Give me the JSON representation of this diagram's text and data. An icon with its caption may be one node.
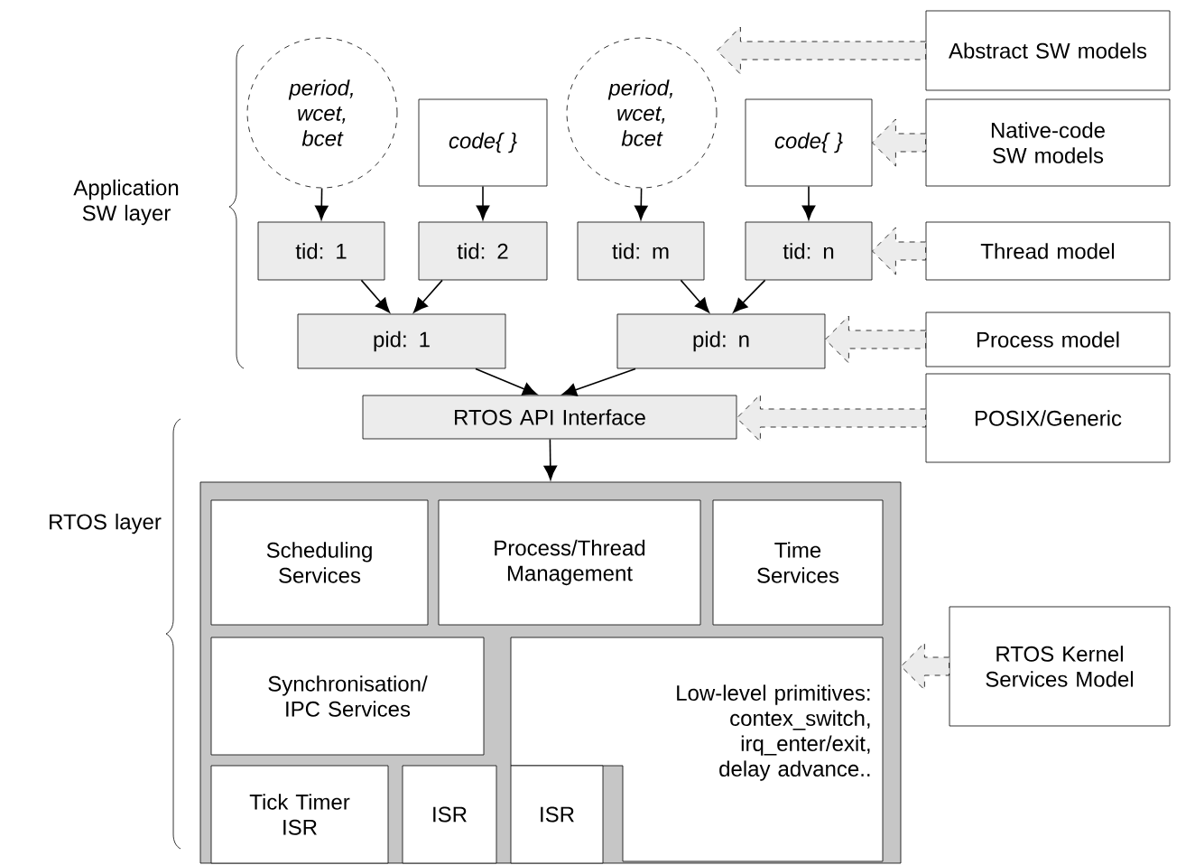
{
  "diagram": {
    "nodes": [
      {
        "text": [
          "period, wcet, bcet"
        ]
      },
      {
        "text": [
          "code{ }"
        ]
      },
      {
        "text": [
          "period, wcet, bcet"
        ]
      },
      {
        "text": [
          "code{ }"
        ]
      },
      {
        "text": [
          "tid: 1"
        ]
      },
      {
        "text": [
          "tid: 2"
        ]
      },
      {
        "text": [
          "tid: m"
        ]
      },
      {
        "text": [
          "tid: n"
        ]
      },
      {
        "text": [
          "pid: 1"
        ]
      },
      {
        "text": [
          "pid: n"
        ]
      },
      {
        "text": [
          "RTOS API Interface"
        ]
      },
      {
        "text": [],
        "shape": "box"
      },
      {
        "text": [
          "Scheduling Services"
        ],
        "in": 11
      },
      {
        "text": [
          "Process/Thread Management"
        ],
        "in": 11
      },
      {
        "text": [
          "Time Services"
        ],
        "in": 11
      },
      {
        "text": [
          "Synchronisation/ IPC Services"
        ],
        "in": 11
      },
      {
        "text": [
          "Low-level primitives: contex_switch, irq_enter/exit, delay advance.."
        ],
        "in": 11
      },
      {
        "text": [
          "Tick Timer ISR"
        ],
        "in": 11
      },
      {
        "text": [
          "ISR"
        ],
        "in": 11
      },
      {
        "text": [
          "ISR"
        ],
        "in": 11
      },
      {
        "text": [
          "Abstract SW models"
        ]
      },
      {
        "text": [
          "Native-code SW models"
        ]
      },
      {
        "text": [
          "Thread model"
        ]
      },
      {
        "text": [
          "Process model"
        ]
      },
      {
        "text": [
          "POSIX/Generic"
        ]
      },
      {
        "text": [
          "RTOS Kernel Services Model"
        ]
      }
    ],
    "edges": [
      {
        "from": 0,
        "to": 4,
        "arrow": "to"
      },
      {
        "from": 1,
        "to": 5,
        "arrow": "to"
      },
      {
        "from": 2,
        "to": 6,
        "arrow": "to"
      },
      {
        "from": 3,
        "to": 7,
        "arrow": "to"
      },
      {
        "from": 4,
        "to": 8,
        "arrow": "to"
      },
      {
        "from": 5,
        "to": 8,
        "arrow": "to"
      },
      {
        "from": 6,
        "to": 9,
        "arrow": "to"
      },
      {
        "from": 7,
        "to": 9,
        "arrow": "to"
      },
      {
        "from": 8,
        "to": 10,
        "arrow": "to"
      },
      {
        "from": 9,
        "to": 10,
        "arrow": "to"
      },
      {
        "from": 10,
        "to": 11,
        "arrow": "to"
      },
      {
        "from": 20,
        "to": 2,
        "arrow": "to",
        "style": "dashed"
      },
      {
        "from": 21,
        "to": 3,
        "arrow": "to",
        "style": "dashed"
      },
      {
        "from": 22,
        "to": 7,
        "arrow": "to",
        "style": "dashed"
      },
      {
        "from": 23,
        "to": 9,
        "arrow": "to",
        "style": "dashed"
      },
      {
        "from": 24,
        "to": 10,
        "arrow": "to",
        "style": "dashed"
      },
      {
        "from": 25,
        "to": 11,
        "arrow": "to",
        "style": "dashed"
      }
    ],
    "labels": [
      "Application SW layer",
      "RTOS layer"
    ]
  }
}
